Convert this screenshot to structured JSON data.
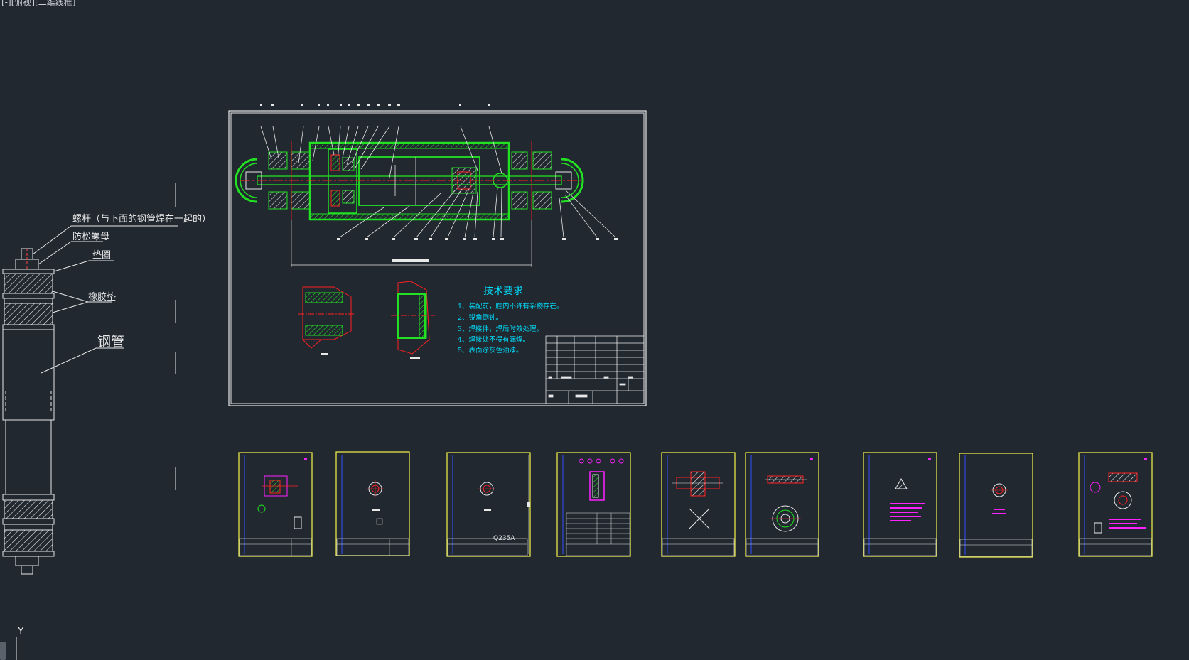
{
  "viewport_label": "[-][俯视][二维线框]",
  "ucs_axis_label": "Y",
  "left_elevation": {
    "callout_screw": "螺杆（与下面的钢管焊在一起的）",
    "callout_locknut": "防松螺母",
    "callout_washer": "垫圈",
    "callout_rubber_pad": "橡胶垫",
    "callout_steel_tube": "钢管"
  },
  "main_sheet": {
    "technical_requirements_title": "技术要求",
    "technical_requirements": [
      "1、装配前，腔内不许有杂物存在。",
      "2、锐角倒钝。",
      "3、焊接件，焊后时效处理。",
      "4、焊接处不得有漏焊。",
      "5、表面涂灰色油漆。"
    ]
  },
  "thumbnail_sheets": [
    {
      "id": "sheet-1"
    },
    {
      "id": "sheet-2"
    },
    {
      "id": "sheet-3",
      "material_text": "Q235A"
    },
    {
      "id": "sheet-4"
    },
    {
      "id": "sheet-5"
    },
    {
      "id": "sheet-6"
    },
    {
      "id": "sheet-7"
    },
    {
      "id": "sheet-8"
    },
    {
      "id": "sheet-9"
    }
  ],
  "colors": {
    "background": "#212830",
    "sheet_border": "#ffffff",
    "thumbnail_border": "#e8e84a",
    "part_green": "#22e022",
    "centerline_red": "#ff2020",
    "annotation_cyan": "#00e0ff",
    "annotation_magenta": "#ff20ff",
    "frame_blue": "#3050ff",
    "text_white": "#e8e8e8"
  }
}
